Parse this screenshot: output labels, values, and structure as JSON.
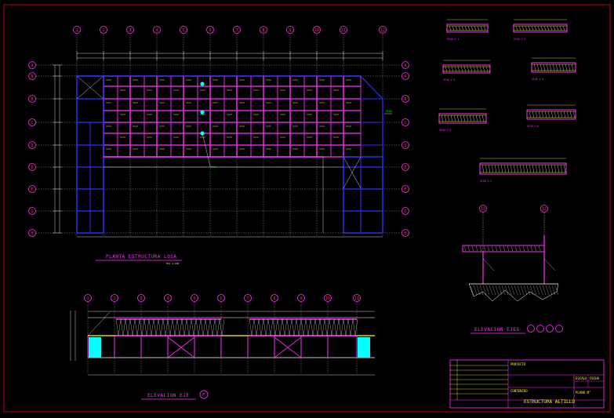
{
  "plan": {
    "title": "PLANTA ESTRUCTURA LOSA",
    "scale": "ESC 1:100",
    "columns": [
      "1",
      "2",
      "3",
      "4",
      "5",
      "6",
      "7",
      "8",
      "9",
      "10",
      "11",
      "12"
    ],
    "rows": [
      "A",
      "A",
      "B",
      "C",
      "D",
      "E",
      "F",
      "G",
      "H"
    ]
  },
  "elevation": {
    "title": "ELEVACION EJE",
    "axis": "F",
    "columns": [
      "1",
      "2",
      "3",
      "4",
      "5",
      "6",
      "7",
      "8",
      "9",
      "10",
      "11"
    ]
  },
  "section": {
    "title": "ELEVACION EJES",
    "axes": [
      "11",
      "12"
    ]
  },
  "details": [
    {
      "label": "VIGA V-1"
    },
    {
      "label": "VIGA V-2"
    },
    {
      "label": "VIGA V-3"
    },
    {
      "label": "VIGA V-4"
    },
    {
      "label": "VIGA V-5"
    },
    {
      "label": "VIGA V-6"
    },
    {
      "label": "VIGA V-7"
    }
  ],
  "titleblock": {
    "project": "PROYECTO",
    "contents": "CONTENIDO",
    "drawing": "ESTRUCTURA ALTILLO",
    "sheet_label": "PLANO N°",
    "scale_label": "ESCALA",
    "date_label": "FECHA"
  },
  "colors": {
    "frame": "#c00000",
    "beam": "#ff30ff",
    "column": "#3030ff",
    "dimension": "#ffff00",
    "grid": "#ffffff",
    "accent": "#00ffff"
  }
}
